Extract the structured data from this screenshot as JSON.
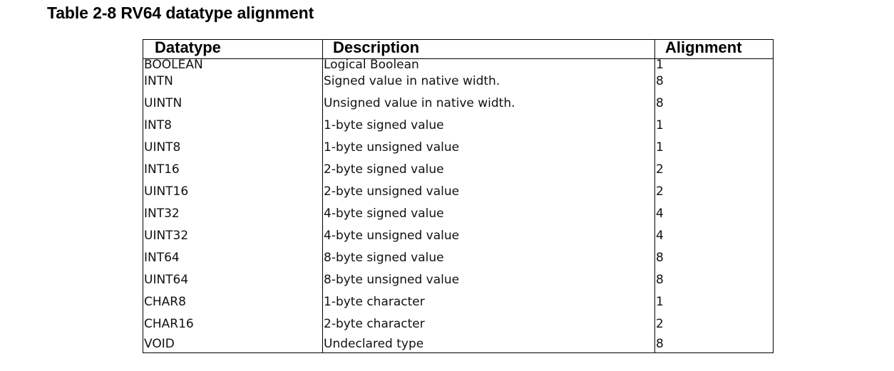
{
  "caption": "Table 2-8 RV64 datatype alignment",
  "table": {
    "headers": [
      "Datatype",
      "Description",
      "Alignment"
    ],
    "rows": [
      {
        "datatype": "BOOLEAN",
        "description": "Logical Boolean",
        "alignment": "1"
      },
      {
        "datatype": "INTN",
        "description": "Signed value in native width.",
        "alignment": "8"
      },
      {
        "datatype": "UINTN",
        "description": "Unsigned value in native width.",
        "alignment": "8"
      },
      {
        "datatype": "INT8",
        "description": "1-byte signed value",
        "alignment": "1"
      },
      {
        "datatype": "UINT8",
        "description": "1-byte unsigned value",
        "alignment": "1"
      },
      {
        "datatype": "INT16",
        "description": "2-byte signed value",
        "alignment": "2"
      },
      {
        "datatype": "UINT16",
        "description": "2-byte unsigned value",
        "alignment": "2"
      },
      {
        "datatype": "INT32",
        "description": "4-byte signed value",
        "alignment": "4"
      },
      {
        "datatype": "UINT32",
        "description": "4-byte unsigned value",
        "alignment": "4"
      },
      {
        "datatype": "INT64",
        "description": "8-byte signed value",
        "alignment": "8"
      },
      {
        "datatype": "UINT64",
        "description": "8-byte unsigned value",
        "alignment": "8"
      },
      {
        "datatype": "CHAR8",
        "description": "1-byte character",
        "alignment": "1"
      },
      {
        "datatype": "CHAR16",
        "description": "2-byte character",
        "alignment": "2"
      },
      {
        "datatype": "VOID",
        "description": "Undeclared type",
        "alignment": "8"
      }
    ]
  }
}
